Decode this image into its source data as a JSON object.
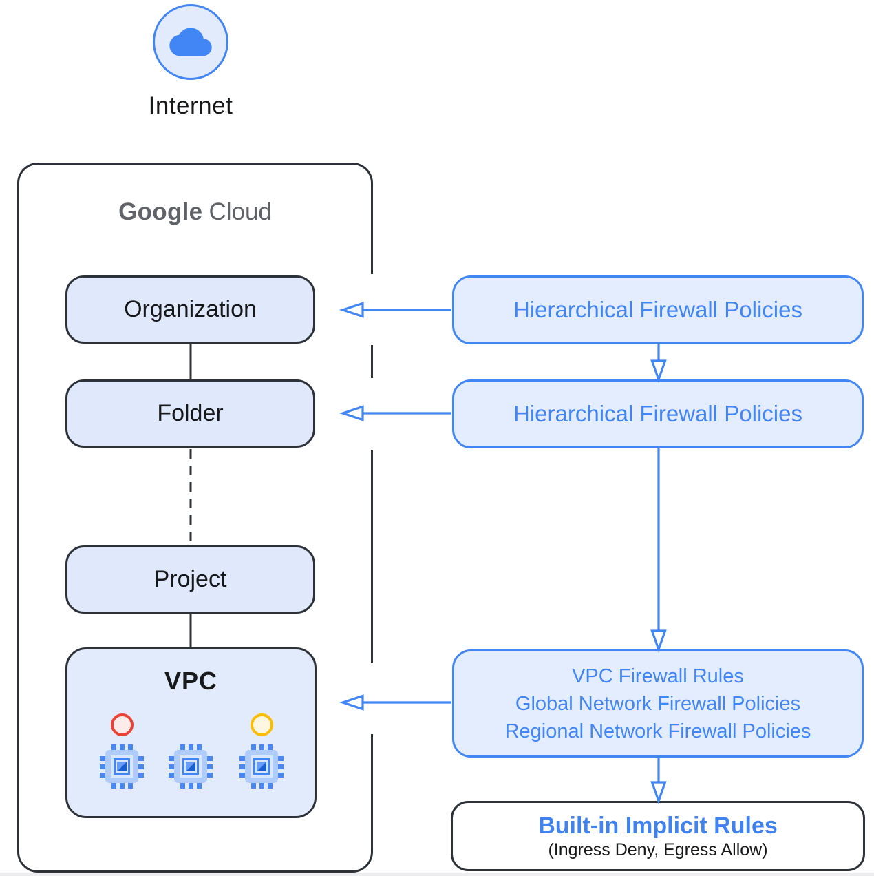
{
  "colors": {
    "google_blue": "#4285f4",
    "left_box_fill": "#dfe9fb",
    "right_box_fill": "#e4edfd",
    "dark_outline": "#2d3238",
    "brand_gray": "#5f6368",
    "red_dot_border": "#ea4335",
    "red_dot_fill": "#fcebe9",
    "yellow_dot_border": "#fbbc04",
    "yellow_dot_fill": "#fdf7e2"
  },
  "internet": {
    "label": "Internet",
    "icon": "cloud-icon"
  },
  "container": {
    "brand_google": "Google",
    "brand_cloud": "Cloud"
  },
  "hierarchy": {
    "organization": "Organization",
    "folder": "Folder",
    "project": "Project",
    "vpc": "VPC"
  },
  "vpc_contents": {
    "instance_icon": "vm-instance-chip-icon",
    "instance_count": 3,
    "status_dots": [
      "red",
      "yellow"
    ]
  },
  "right_column": {
    "hfp_org": "Hierarchical Firewall Policies",
    "hfp_folder": "Hierarchical Firewall Policies",
    "vpc_rules": [
      "VPC Firewall Rules",
      "Global Network Firewall Policies",
      "Regional Network Firewall Policies"
    ],
    "builtin": {
      "title": "Built-in Implicit Rules",
      "subtitle": "(Ingress Deny, Egress Allow)"
    }
  }
}
